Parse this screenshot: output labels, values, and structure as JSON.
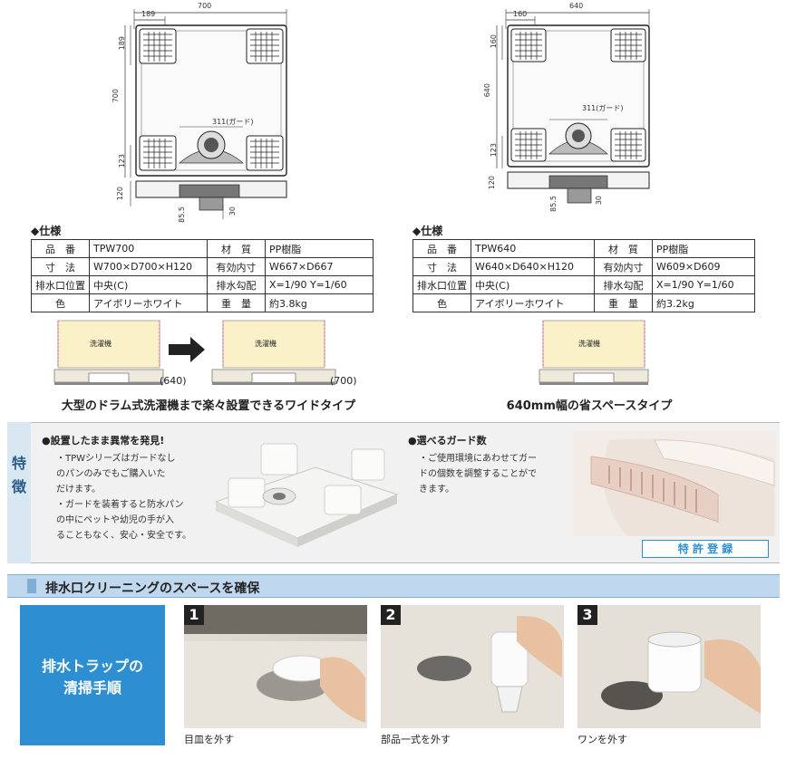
{
  "drawing_left": {
    "dims": {
      "top": "700",
      "sub": "189",
      "side": "700",
      "side_sub": "189",
      "guard": "311(ガード)",
      "bottom_sub": "123",
      "height": "120",
      "drain": "85.5",
      "drain_w": "30"
    }
  },
  "drawing_right": {
    "dims": {
      "top": "640",
      "sub": "160",
      "side": "640",
      "side_sub": "160",
      "guard": "311(ガード)",
      "bottom_sub": "123",
      "height": "120",
      "drain": "85.5",
      "drain_w": "30"
    }
  },
  "spec_title": "◆仕様",
  "spec_left": {
    "rows": [
      {
        "k1": "品　番",
        "v1": "TPW700",
        "k2": "材　質",
        "v2": "PP樹脂"
      },
      {
        "k1": "寸　法",
        "v1": "W700×D700×H120",
        "k2": "有効内寸",
        "v2": "W667×D667"
      },
      {
        "k1": "排水口位置",
        "v1": "中央(C)",
        "k2": "排水勾配",
        "v2": "X=1/90  Y=1/60"
      },
      {
        "k1": "色",
        "v1": "アイボリーホワイト",
        "k2": "重　量",
        "v2": "約3.8kg"
      }
    ]
  },
  "spec_right": {
    "rows": [
      {
        "k1": "品　番",
        "v1": "TPW640",
        "k2": "材　質",
        "v2": "PP樹脂"
      },
      {
        "k1": "寸　法",
        "v1": "W640×D640×H120",
        "k2": "有効内寸",
        "v2": "W609×D609"
      },
      {
        "k1": "排水口位置",
        "v1": "中央(C)",
        "k2": "排水勾配",
        "v2": "X=1/90  Y=1/60"
      },
      {
        "k1": "色",
        "v1": "アイボリーホワイト",
        "k2": "重　量",
        "v2": "約3.2kg"
      }
    ]
  },
  "machine_label": "洗濯機",
  "pan_640": "(640)",
  "pan_700": "(700)",
  "caption_left": "大型のドラム式洗濯機まで楽々設置できるワイドタイプ",
  "caption_right": "640mm幅の省スペースタイプ",
  "features": {
    "side": [
      "特",
      "徴"
    ],
    "f1_title": "●設置したまま異常を発見!",
    "f1_lines": [
      "・TPWシリーズはガードなし",
      "のパンのみでもご購入いた",
      "だけます。",
      "・ガードを装着すると防水パン",
      "の中にペットや幼児の手が入",
      "ることもなく、安心・安全です。"
    ],
    "f2_title": "●選べるガード数",
    "f2_lines": [
      "・ご使用環境にあわせてガー",
      "ドの個数を調整することがで",
      "きます。"
    ],
    "patent": "特 許 登 録"
  },
  "cleaning": {
    "bar_title": "排水口クリーニングのスペースを確保",
    "box_lines": [
      "排水トラップの",
      "清掃手順"
    ],
    "steps": [
      {
        "num": "1",
        "label": "目皿を外す"
      },
      {
        "num": "2",
        "label": "部品一式を外す"
      },
      {
        "num": "3",
        "label": "ワンを外す"
      }
    ]
  },
  "colors": {
    "accent_blue": "#2d8fd1",
    "bar_blue": "#bfd8ee",
    "pan_ivory": "#efe9dc",
    "guard_pink": "#e8cfc4",
    "machine_yellow": "#fbf1c8"
  }
}
